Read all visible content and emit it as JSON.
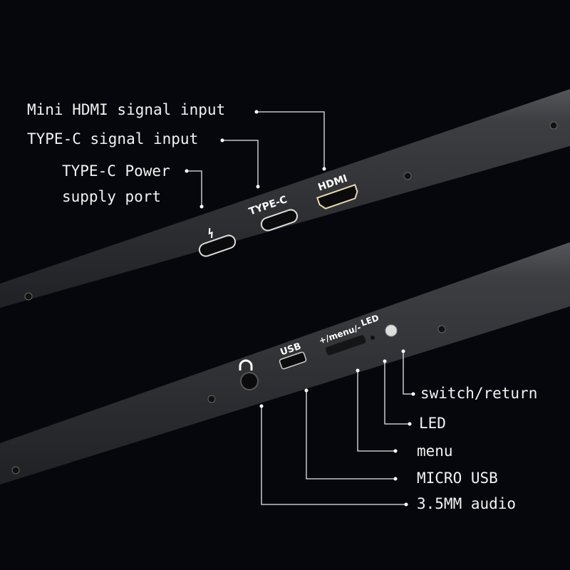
{
  "labels": {
    "mini_hdmi": "Mini HDMI signal input",
    "typec_signal": "TYPE-C signal input",
    "typec_power_1": "TYPE-C Power",
    "typec_power_2": "supply port",
    "switch_return": "switch/return",
    "led": "LED",
    "menu": "menu",
    "micro_usb": "MICRO USB",
    "audio": "3.5MM audio"
  },
  "port_markings": {
    "typec": "TYPE-C",
    "hdmi": "HDMI",
    "usb": "USB",
    "menu": "+/menu/-",
    "led": "LED"
  },
  "colors": {
    "background": "#05070c",
    "bar": "#3a3b3e",
    "text": "#f2f2f2"
  }
}
